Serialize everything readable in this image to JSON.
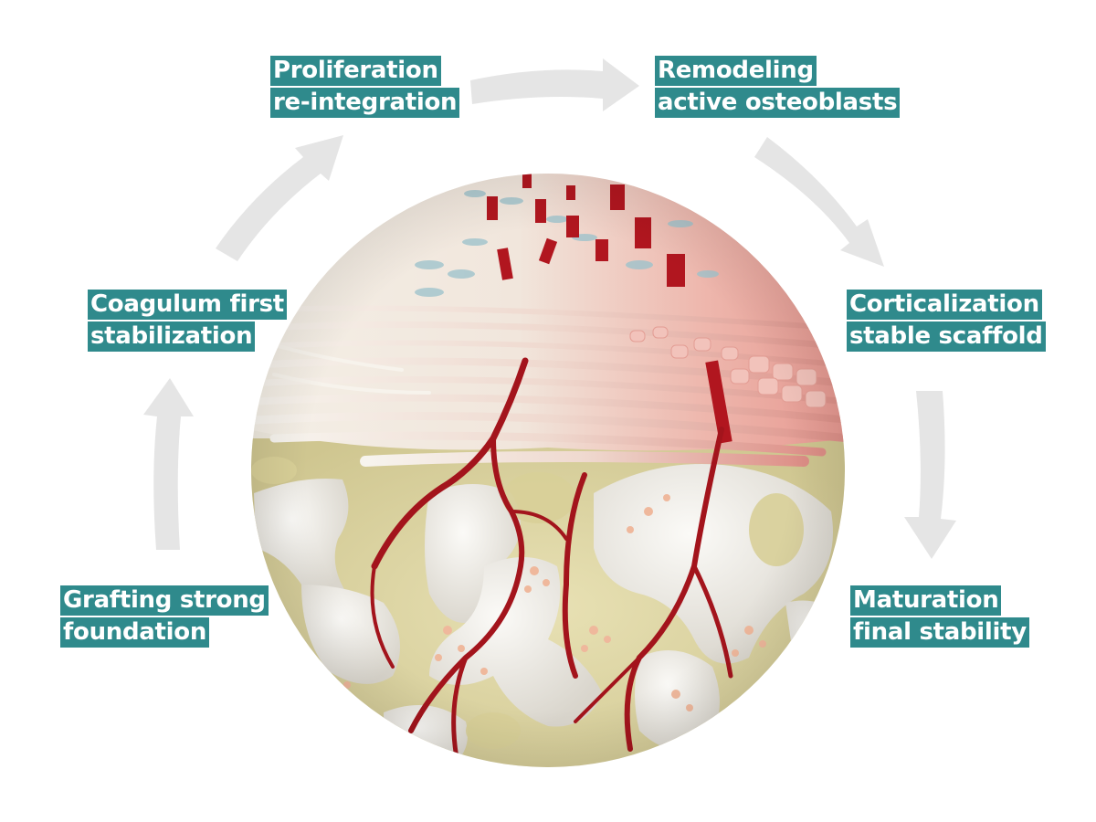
{
  "stages": [
    {
      "id": "proliferation",
      "title": "Proliferation",
      "subtitle": "re-integration"
    },
    {
      "id": "remodeling",
      "title": "Remodeling",
      "subtitle": "active osteoblasts"
    },
    {
      "id": "corticalization",
      "title": "Corticalization",
      "subtitle": "stable scaffold"
    },
    {
      "id": "maturation",
      "title": "Maturation",
      "subtitle": "final stability"
    },
    {
      "id": "grafting",
      "title": "Grafting strong",
      "subtitle": "foundation"
    },
    {
      "id": "coagulum",
      "title": "Coagulum first",
      "subtitle": "stabilization"
    }
  ],
  "colors": {
    "label_bg": "#2f8a8c",
    "label_text": "#ffffff",
    "arrow": "#e6e6e6",
    "vessel": "#a3141c",
    "bone": "#ebe8e1",
    "tissue_pink": "#e8a09a",
    "tissue_cream": "#f2ece2"
  },
  "icons": {
    "cycle_arrow": "curved-arrow-icon",
    "illustration": "bone-regeneration-cross-section"
  }
}
